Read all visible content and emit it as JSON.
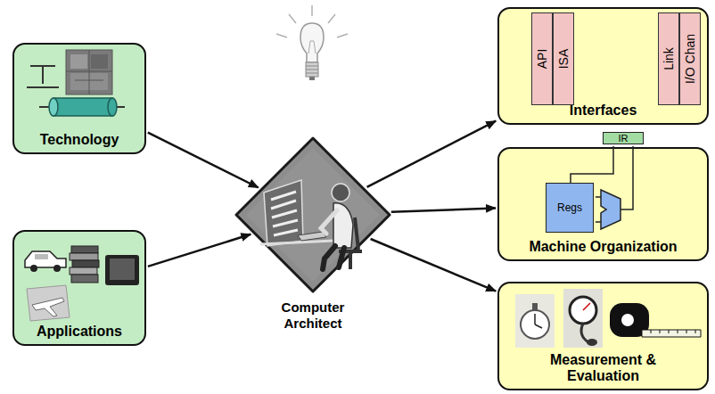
{
  "diagram": {
    "nodes": [
      {
        "text": [
          "Technology"
        ]
      },
      {
        "text": [
          "Applications"
        ]
      },
      {
        "text": [
          "Computer Architect"
        ]
      },
      {
        "text": [
          "Interfaces"
        ]
      },
      {
        "text": [
          "API"
        ],
        "in": 3
      },
      {
        "text": [
          "ISA"
        ],
        "in": 3
      },
      {
        "text": [
          "Link"
        ],
        "in": 3
      },
      {
        "text": [
          "I/O Chan"
        ],
        "in": 3
      },
      {
        "text": [
          "Machine Organization"
        ]
      },
      {
        "text": [
          "IR"
        ],
        "in": 8
      },
      {
        "text": [
          "Regs"
        ],
        "in": 8
      },
      {
        "text": [
          "Measurement & Evaluation"
        ]
      }
    ],
    "edges": [
      {
        "from": 0,
        "to": 2,
        "arrow": "to"
      },
      {
        "from": 1,
        "to": 2,
        "arrow": "to"
      },
      {
        "from": 2,
        "to": 3,
        "arrow": "to"
      },
      {
        "from": 2,
        "to": 8,
        "arrow": "to"
      },
      {
        "from": 2,
        "to": 11,
        "arrow": "to"
      }
    ]
  }
}
